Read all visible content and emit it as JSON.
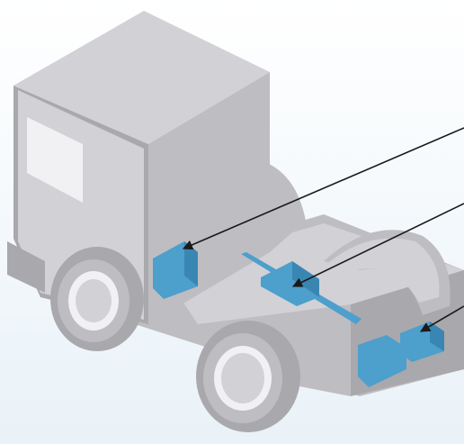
{
  "diagram": {
    "subject": "truck-cab-chassis",
    "colors": {
      "background_top": "#ffffff",
      "background_bottom": "#e9f2f8",
      "truck_light": "#d2d1d6",
      "truck_mid": "#bebdc2",
      "truck_dark": "#a9a8ad",
      "window": "#f1f1f3",
      "component": "#4d9fcc",
      "component_dark": "#3a86b2",
      "arrow": "#1a1a1a"
    },
    "components": [
      {
        "id": "component-left",
        "label": ""
      },
      {
        "id": "component-center",
        "label": ""
      },
      {
        "id": "component-right",
        "label": ""
      }
    ],
    "callout_count": 3
  }
}
